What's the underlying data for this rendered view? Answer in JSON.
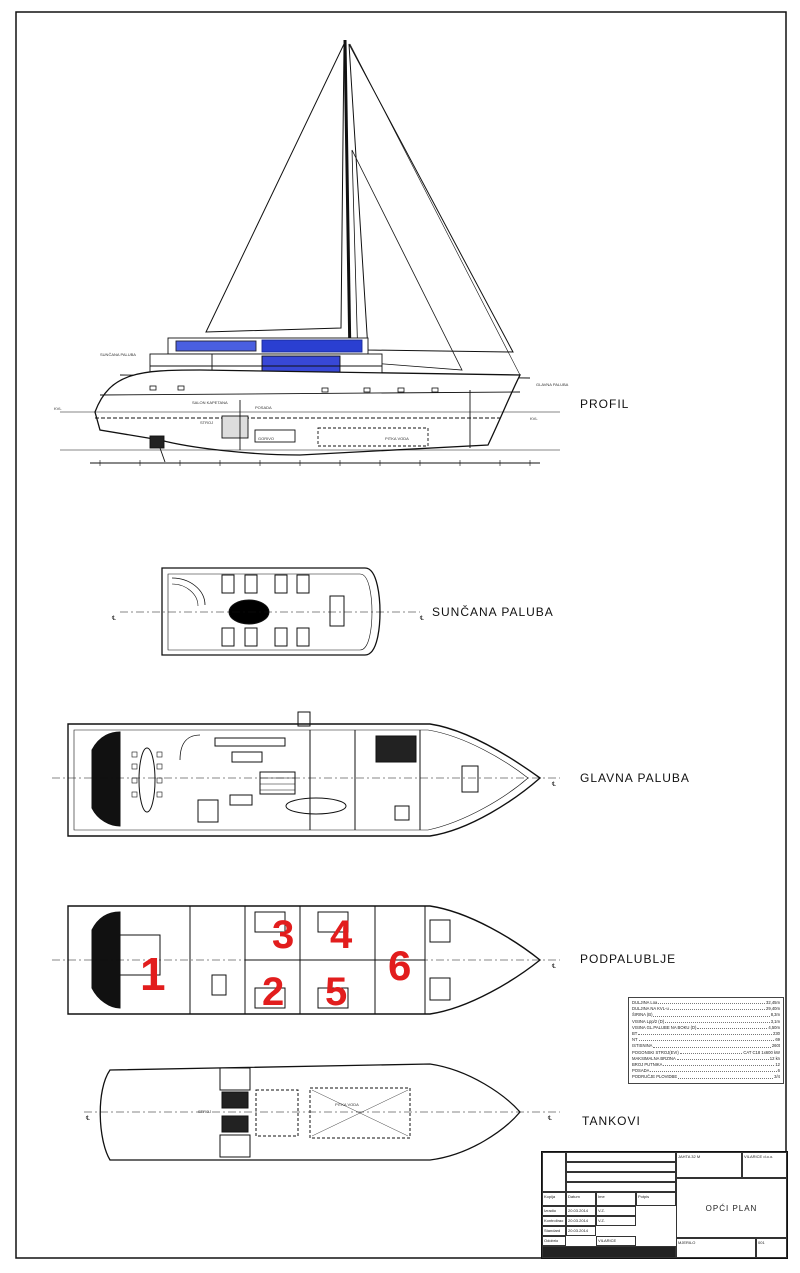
{
  "views": {
    "profil": "PROFIL",
    "suncana_paluba": "SUNČANA PALUBA",
    "glavna_paluba": "GLAVNA PALUBA",
    "podpalublje": "PODPALUBLJE",
    "tankovi": "TANKOVI"
  },
  "profile_labels": {
    "sun_deck": "SUNČANA PALUBA",
    "main_deck": "GLAVNA PALUBA",
    "salon": "SALON KAPETANA",
    "crew": "POSADA",
    "engine": "STROJ",
    "fuel": "GORIVO",
    "water": "PITKA VODA",
    "kvl": "KVL"
  },
  "cabin_numbers": [
    "1",
    "2",
    "3",
    "4",
    "5",
    "6"
  ],
  "centerline_symbol": "℄",
  "specifications": [
    {
      "label": "DULJINA Loa",
      "value": "32,45m"
    },
    {
      "label": "DULJINA NA KVL-u",
      "value": "29,40m"
    },
    {
      "label": "ŠIRINA (B)",
      "value": "8,3m"
    },
    {
      "label": "VISINA Lpp/2 (D)",
      "value": "3,1m"
    },
    {
      "label": "VISINA GL.PALUBE NA BOKU (D)",
      "value": "4,50m"
    },
    {
      "label": "BT",
      "value": "230"
    },
    {
      "label": "NT",
      "value": "69"
    },
    {
      "label": "ISTISNINA",
      "value": "260t"
    },
    {
      "label": "POGONSKI STROJ(EVI)",
      "value": "CAT C18 1x600 kW"
    },
    {
      "label": "MAKSIMALNA BRZINA",
      "value": "12 kn"
    },
    {
      "label": "BROJ PUTNIKA",
      "value": "12"
    },
    {
      "label": "POSADA",
      "value": "6"
    },
    {
      "label": "PODRUČJE PLOVIDBE",
      "value": "3/4"
    }
  ],
  "title_block": {
    "title": "OPĆI PLAN",
    "vessel": "JAHTA 32 M",
    "scale_label": "MJERILO",
    "rows": [
      "Izradio",
      "Kontrolirao",
      "Standard",
      "Odobrio"
    ],
    "names": [
      "V.Z.",
      "V.Z.",
      "",
      "VILARICE"
    ],
    "dates": [
      "20.03.2014",
      "20.03.2014",
      "20.03.2014",
      ""
    ],
    "headers": [
      "Kopija",
      "Datum",
      "Ime",
      "Potpis"
    ],
    "company": "VILARICE d.o.o.",
    "drawing_number": "001"
  }
}
